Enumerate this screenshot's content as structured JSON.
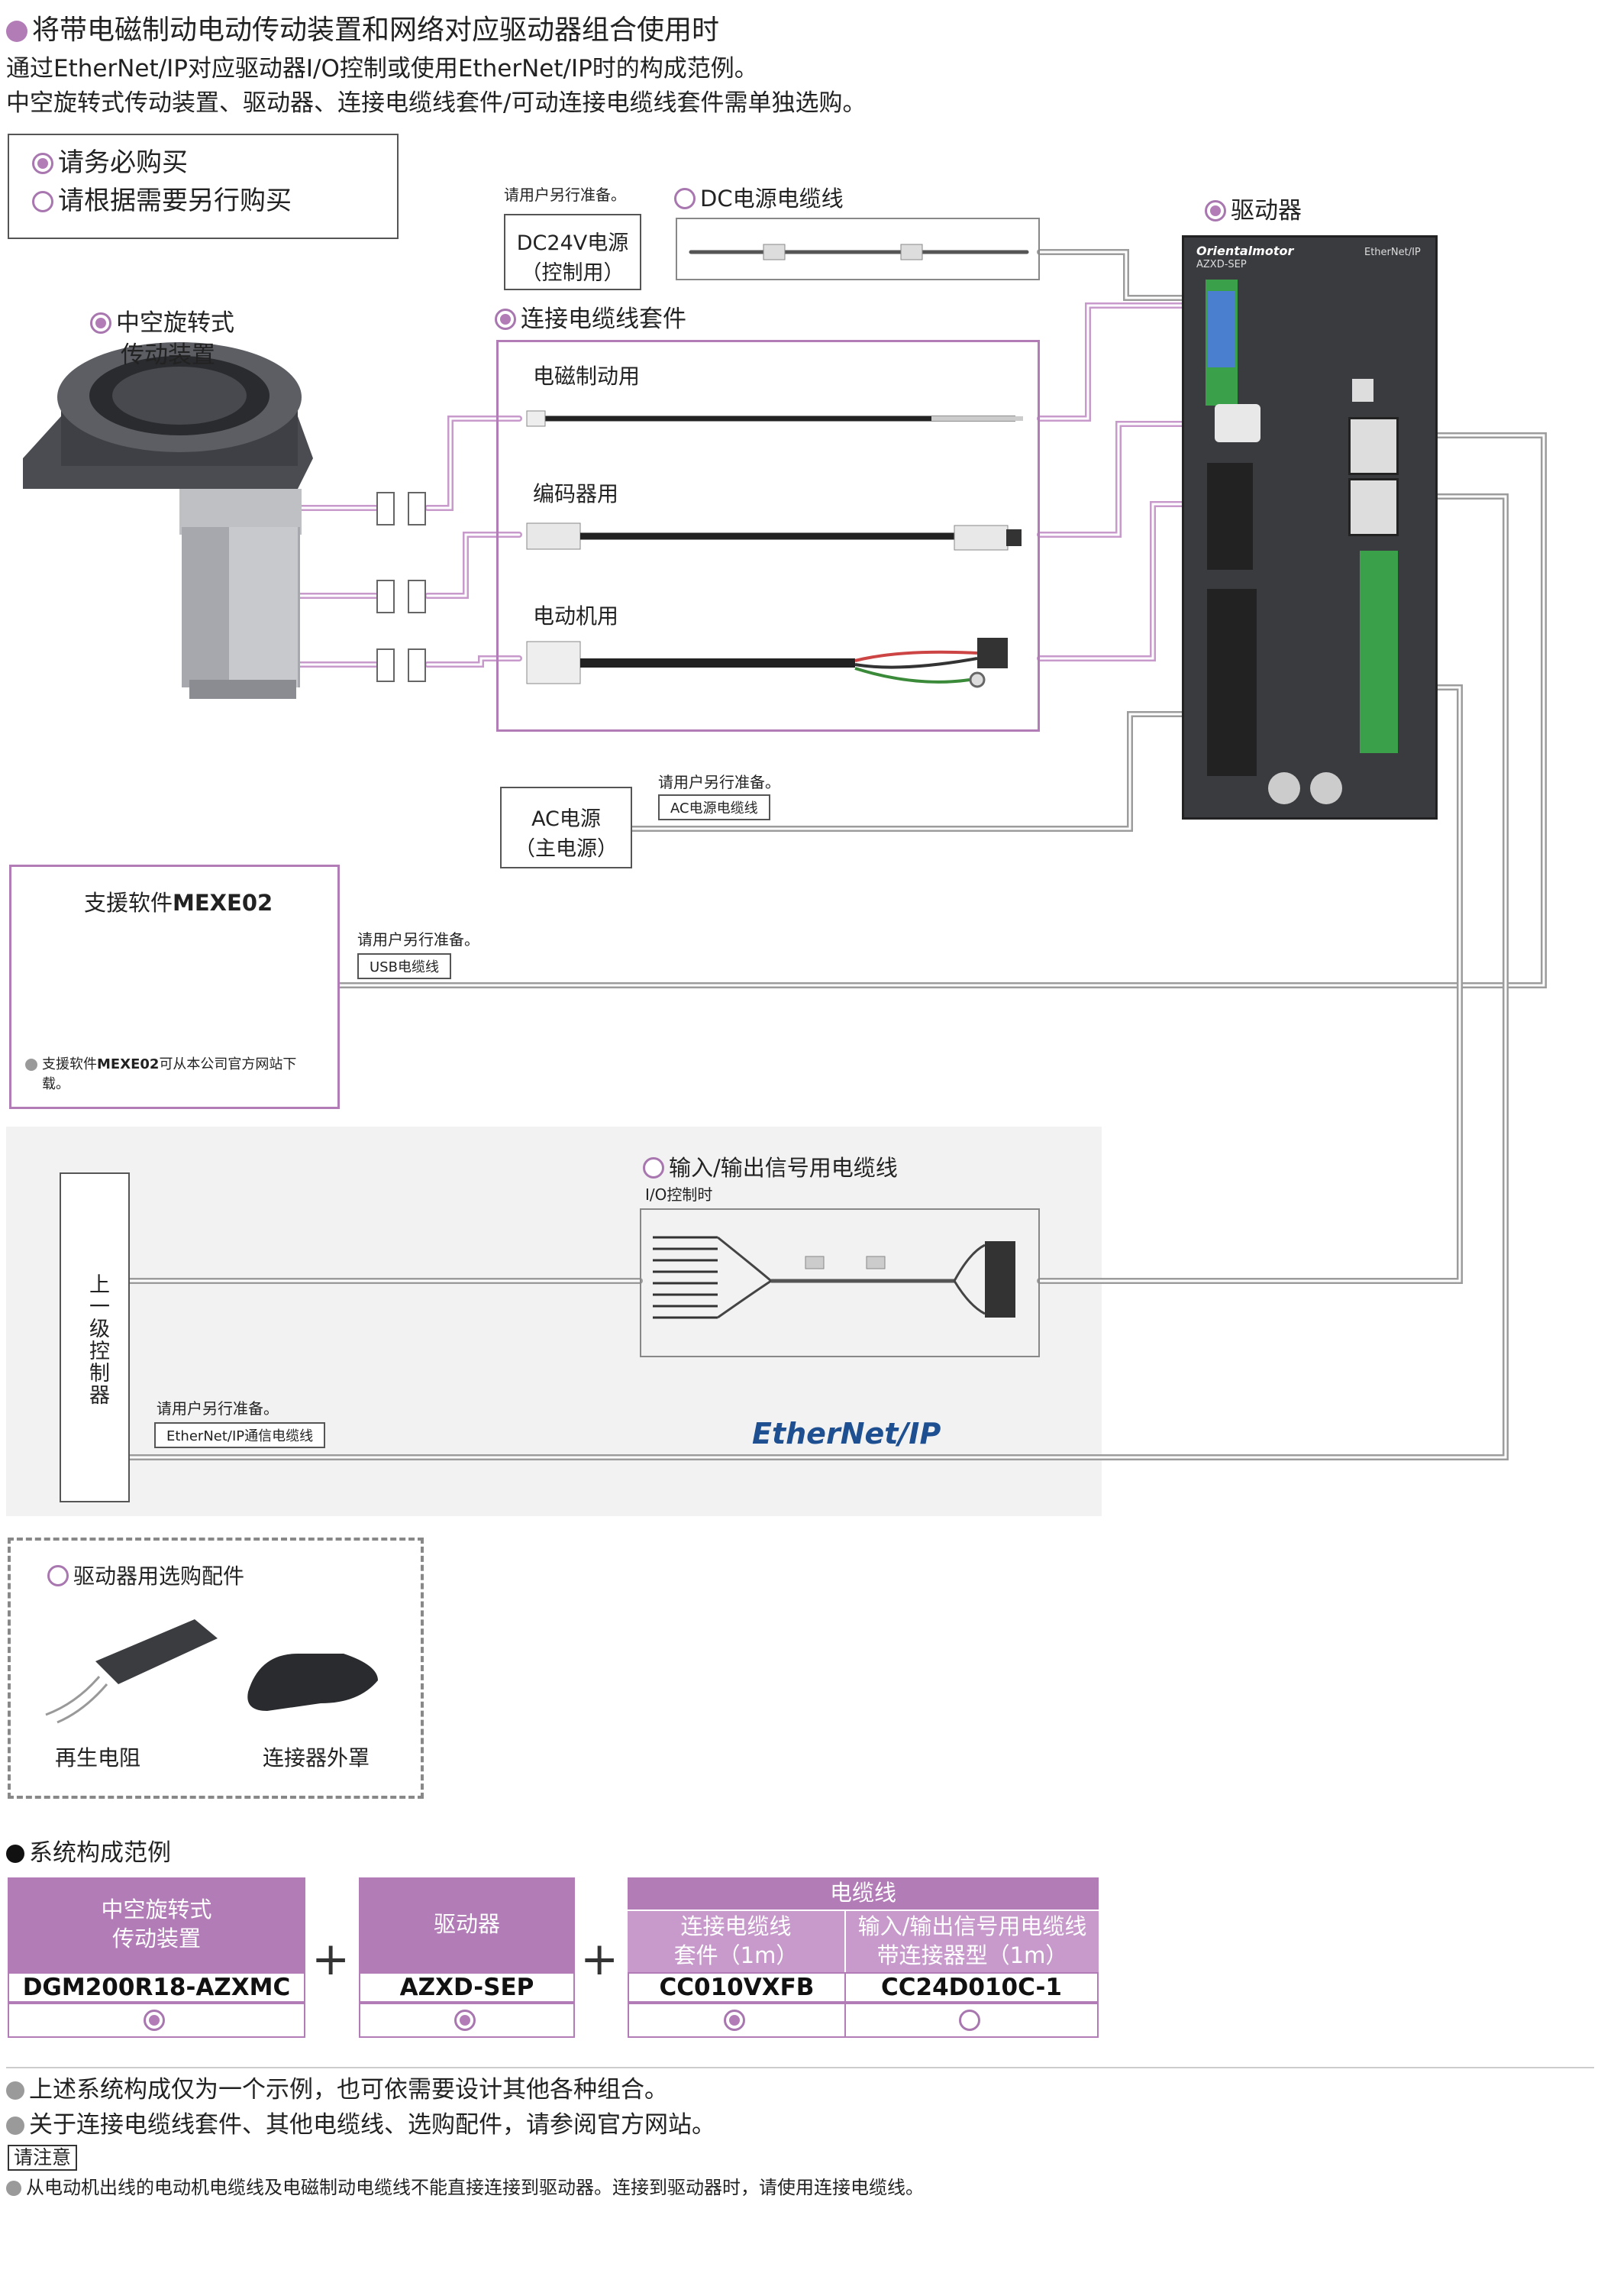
{
  "header": {
    "title": "将带电磁制动电动传动装置和网络对应驱动器组合使用时",
    "line1": "通过EtherNet/IP对应驱动器I/O控制或使用EtherNet/IP时的构成范例。",
    "line2": "中空旋转式传动装置、驱动器、连接电缆线套件/可动连接电缆线套件需单独选购。"
  },
  "legend": {
    "required": "请务必购买",
    "optional": "请根据需要另行购买"
  },
  "diagram": {
    "actuator_label_1": "中空旋转式",
    "actuator_label_2": "传动装置",
    "user_prepare_1": "请用户另行准备。",
    "dc_power_1": "DC24V电源",
    "dc_power_2": "（控制用）",
    "dc_cable": "DC电源电缆线",
    "driver": "驱动器",
    "cable_kit": "连接电缆线套件",
    "brake_cable": "电磁制动用",
    "encoder_cable": "编码器用",
    "motor_cable": "电动机用",
    "user_prepare_2": "请用户另行准备。",
    "ac_cable": "AC电源电缆线",
    "ac_power_1": "AC电源",
    "ac_power_2": "（主电源）",
    "software_title_pre": "支援软件",
    "software_title_bold": "MEXE02",
    "software_note_pre": "支援软件",
    "software_note_bold": "MEXE02",
    "software_note_post": "可从本公司官方网站下",
    "software_note_post2": "载。",
    "user_prepare_3": "请用户另行准备。",
    "usb_cable": "USB电缆线",
    "io_cable": "输入/输出信号用电缆线",
    "io_control": "I/O控制时",
    "plc": "上一级控制器",
    "user_prepare_4": "请用户另行准备。",
    "ethernet_cable": "EtherNet/IP通信电缆线",
    "ethernet_logo": "EtherNet/IP",
    "accessories_title": "驱动器用选购配件",
    "regen_resistor": "再生电阻",
    "connector_cover": "连接器外罩",
    "driver_brand": "Orientalmotor",
    "driver_model": "AZXD-SEP",
    "driver_net": "EtherNet/IP"
  },
  "system": {
    "title": "系统构成范例",
    "actuator_head_1": "中空旋转式",
    "actuator_head_2": "传动装置",
    "driver_head": "驱动器",
    "cable_group": "电缆线",
    "cable_kit_head_1": "连接电缆线",
    "cable_kit_head_2": "套件（1m）",
    "io_head_1": "输入/输出信号用电缆线",
    "io_head_2": "带连接器型（1m）",
    "actuator_code": "DGM200R18-AZXMC",
    "driver_code": "AZXD-SEP",
    "cable_kit_code": "CC010VXFB",
    "io_code": "CC24D010C-1"
  },
  "notes": {
    "n1": "上述系统构成仅为一个示例，也可依需要设计其他各种组合。",
    "n2": "关于连接电缆线套件、其他电缆线、选购配件，请参阅官方网站。",
    "attention": "请注意",
    "n3": "从电动机出线的电动机电缆线及电磁制动电缆线不能直接连接到驱动器。连接到驱动器时，请使用连接电缆线。"
  }
}
